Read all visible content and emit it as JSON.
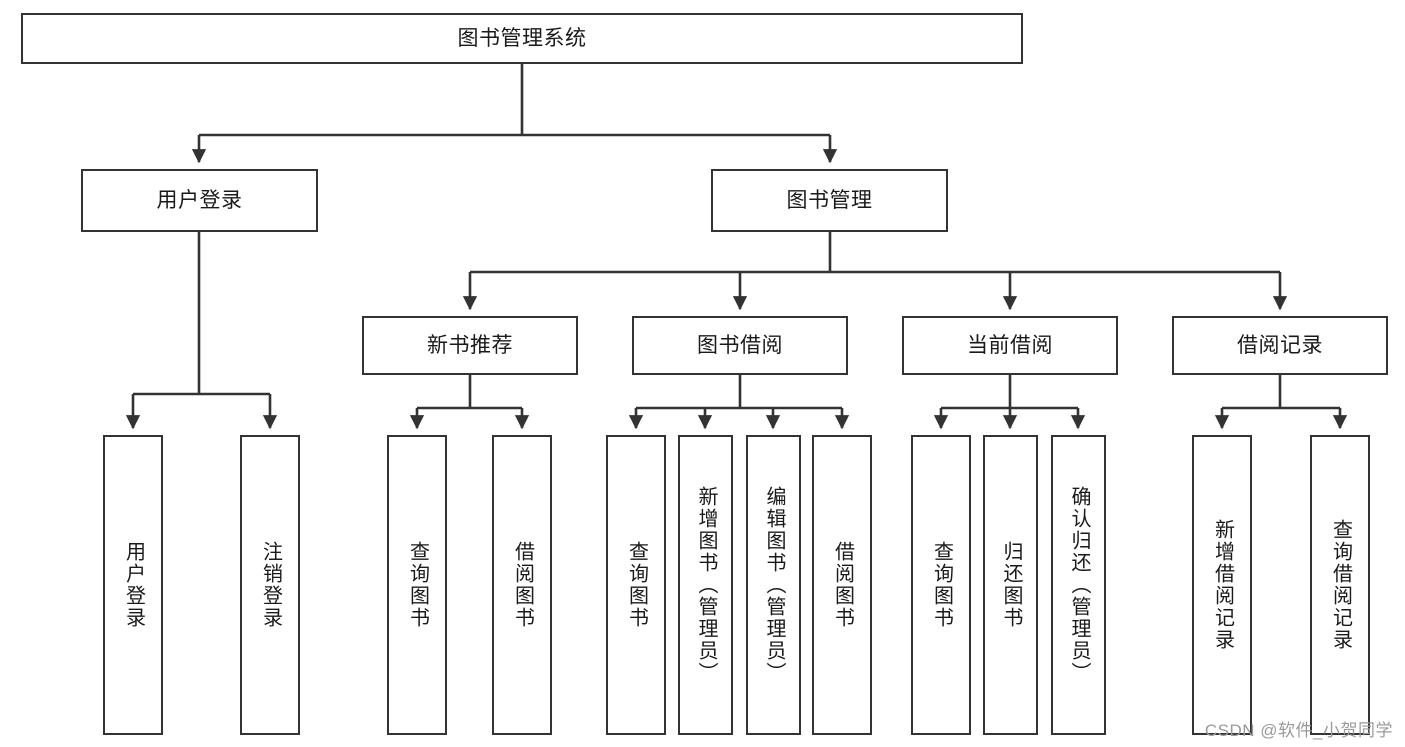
{
  "diagram": {
    "title": "图书管理系统",
    "type": "tree-hierarchy-chart",
    "orientation": "top-down",
    "colors": {
      "box_border": "#333333",
      "box_fill": "#ffffff",
      "edge": "#333333",
      "text": "#1a1a1a",
      "watermark": "#9a9a9a",
      "background": "#ffffff"
    },
    "levels": {
      "root": {
        "label": "图书管理系统"
      },
      "level2": [
        {
          "id": "user-login",
          "label": "用户登录"
        },
        {
          "id": "book-management",
          "label": "图书管理"
        }
      ],
      "level3": [
        {
          "id": "new-book-recommend",
          "label": "新书推荐",
          "parent": "book-management"
        },
        {
          "id": "book-borrow",
          "label": "图书借阅",
          "parent": "book-management"
        },
        {
          "id": "current-borrow",
          "label": "当前借阅",
          "parent": "book-management"
        },
        {
          "id": "borrow-record",
          "label": "借阅记录",
          "parent": "book-management"
        }
      ],
      "leaves": [
        {
          "id": "leaf-user-login",
          "label": "用户登录",
          "parent": "user-login"
        },
        {
          "id": "leaf-logout",
          "label": "注销登录",
          "parent": "user-login"
        },
        {
          "id": "leaf-query-book-1",
          "label": "查询图书",
          "parent": "new-book-recommend"
        },
        {
          "id": "leaf-borrow-book-1",
          "label": "借阅图书",
          "parent": "new-book-recommend"
        },
        {
          "id": "leaf-query-book-2",
          "label": "查询图书",
          "parent": "book-borrow"
        },
        {
          "id": "leaf-add-book",
          "label": "新增图书（管理员）",
          "parent": "book-borrow"
        },
        {
          "id": "leaf-edit-book",
          "label": "编辑图书（管理员）",
          "parent": "book-borrow"
        },
        {
          "id": "leaf-borrow-book-2",
          "label": "借阅图书",
          "parent": "book-borrow"
        },
        {
          "id": "leaf-query-book-3",
          "label": "查询图书",
          "parent": "current-borrow"
        },
        {
          "id": "leaf-return-book",
          "label": "归还图书",
          "parent": "current-borrow"
        },
        {
          "id": "leaf-confirm-return",
          "label": "确认归还（管理员）",
          "parent": "current-borrow"
        },
        {
          "id": "leaf-add-record",
          "label": "新增借阅记录",
          "parent": "borrow-record"
        },
        {
          "id": "leaf-query-record",
          "label": "查询借阅记录",
          "parent": "borrow-record"
        }
      ]
    }
  },
  "watermark": {
    "text": "CSDN @软件_小贺同学"
  }
}
